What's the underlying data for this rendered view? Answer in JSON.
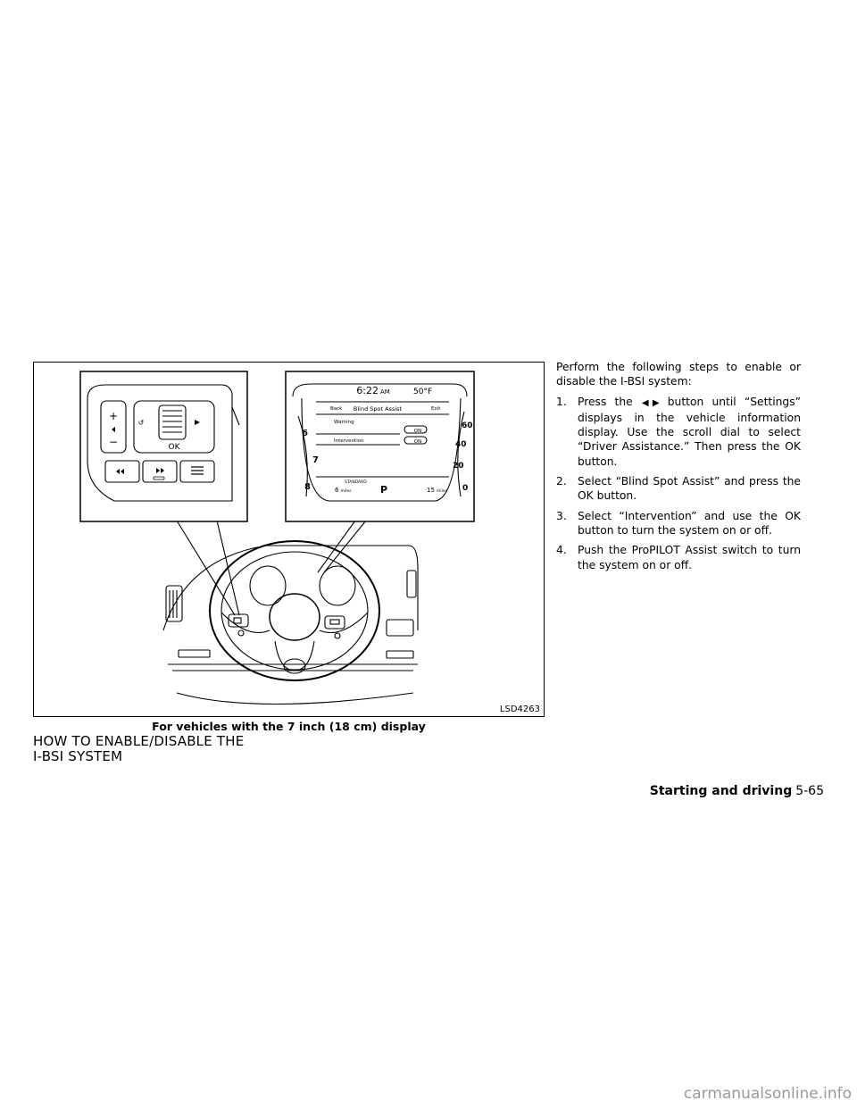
{
  "figure": {
    "code": "LSD4263",
    "caption": "For vehicles with the 7 inch (18 cm) display",
    "display": {
      "time": "6:22",
      "ampm": "AM",
      "temp": "50°F",
      "back": "Back",
      "exit": "Exit",
      "title": "Blind Spot Assist",
      "rows": [
        {
          "label": "Warning",
          "value": "ON"
        },
        {
          "label": "Intervention",
          "value": "ON"
        }
      ],
      "mode": "STANDARD",
      "range_left": "6",
      "range_left_unit": "miles",
      "gear": "P",
      "range_right": "15",
      "range_right_unit": "miles",
      "tach_ticks": [
        "6",
        "7",
        "8"
      ],
      "speed_ticks": [
        "60",
        "40",
        "20",
        "0"
      ]
    },
    "switch": {
      "ok": "OK",
      "plus": "+",
      "minus": "−"
    }
  },
  "section_title_line1": "HOW TO ENABLE/DISABLE THE",
  "section_title_line2": "I-BSI SYSTEM",
  "intro": "Perform the following steps to enable or disable the I-BSI system:",
  "steps": [
    {
      "num": "1.",
      "pre": "Press the",
      "glyph": "◀▶",
      "post": "button until “Settings” displays in the vehicle information display. Use the scroll dial to select “Driver Assistance.” Then press the OK button."
    },
    {
      "num": "2.",
      "text": "Select “Blind Spot Assist” and press the OK button."
    },
    {
      "num": "3.",
      "text": "Select “Intervention” and use the OK button to turn the system on or off."
    },
    {
      "num": "4.",
      "text": "Push the ProPILOT Assist switch to turn the system on or off."
    }
  ],
  "footer": {
    "section": "Starting and driving",
    "page": "5-65"
  },
  "watermark": "carmanualsonline.info"
}
